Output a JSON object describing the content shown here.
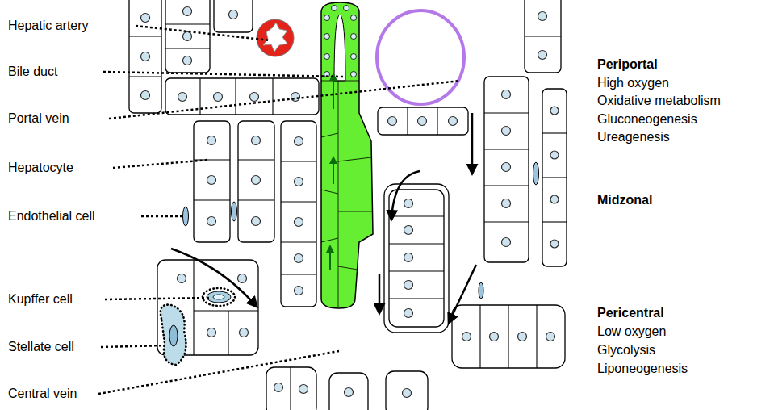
{
  "diagram": {
    "labels": [
      "Hepatic artery",
      "Bile duct",
      "Portal vein",
      "Hepatocyte",
      "Endothelial cell",
      "Kupffer cell",
      "Stellate cell",
      "Central vein",
      "Periportal",
      "High oxygen",
      "Oxidative metabolism",
      "Gluconeogenesis",
      "Ureagenesis",
      "Midzonal",
      "Pericentral",
      "Low oxygen",
      "Glycolysis",
      "Liponeogenesis"
    ]
  }
}
